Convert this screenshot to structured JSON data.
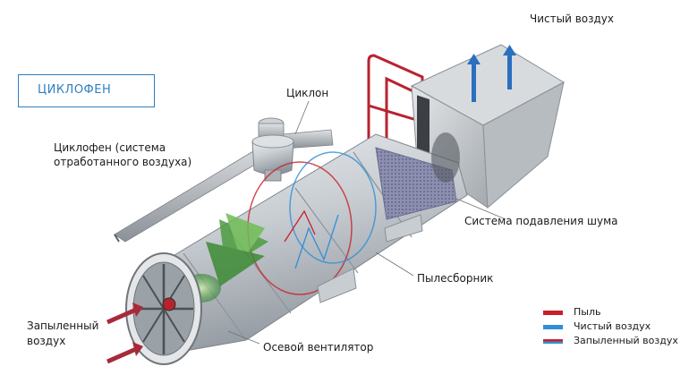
{
  "title": "ЦИКЛОФЕН",
  "labels": {
    "clean_air_top": "Чистый воздух",
    "cyclone": "Циклон",
    "cyclofen_line1": "Циклофен (система",
    "cyclofen_line2": "отработанного воздуха)",
    "noise_system": "Система подавления шума",
    "dust_collector": "Пылесборник",
    "dusty_air_line1": "Запыленный",
    "dusty_air_line2": "воздух",
    "axial_fan": "Осевой вентилятор"
  },
  "legend": [
    {
      "label": "Пыль",
      "color": "#c8202a"
    },
    {
      "label": "Чистый воздух",
      "color": "#2f8fd6"
    },
    {
      "label": "Запыленный воздух",
      "color": "#c8202a",
      "color2": "#2f8fd6"
    }
  ],
  "colors": {
    "accent": "#2d7fc1",
    "clean_arrow": "#2a6fc0",
    "dusty_arrow": "#a82a3a",
    "rail": "#b8232f",
    "fan_green": "#3a8f3a"
  }
}
